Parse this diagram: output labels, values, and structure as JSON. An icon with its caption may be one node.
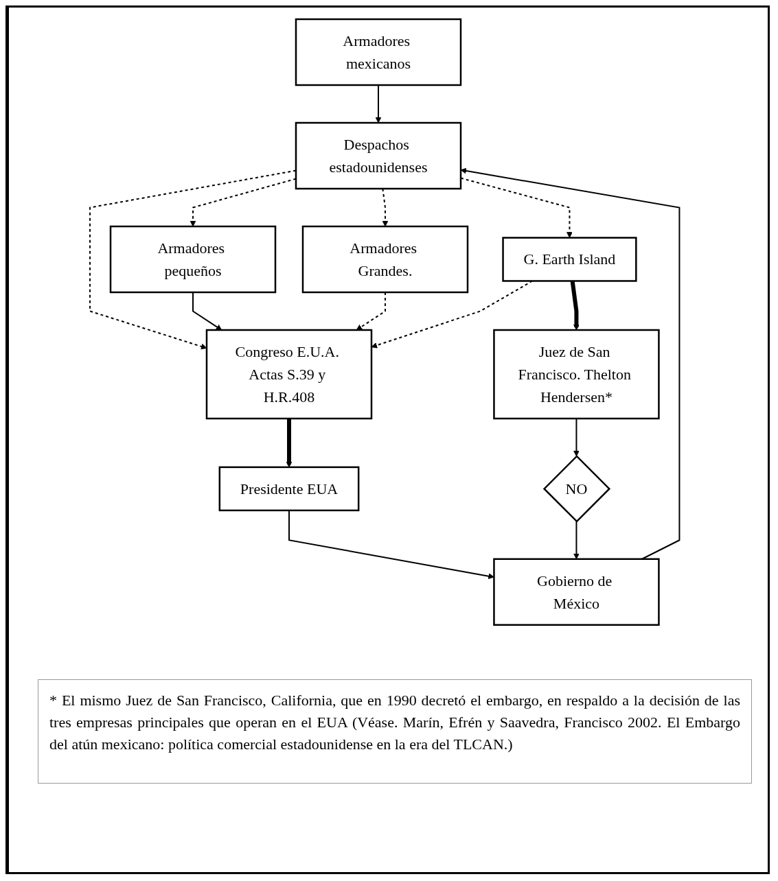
{
  "diagram": {
    "nodes": [
      {
        "text": [
          "Armadores mexicanos"
        ]
      },
      {
        "text": [
          "Gobierno de México"
        ]
      },
      {
        "text": [
          "Despachos estadounidenses"
        ]
      },
      {
        "text": [
          "Armadores pequeños"
        ]
      },
      {
        "text": [
          "Armadores Grandes."
        ]
      },
      {
        "text": [
          "G. Earth Island"
        ]
      },
      {
        "text": [
          "Congreso E.U.A. Actas S.39 y H.R.408"
        ]
      },
      {
        "text": [
          "Presidente EUA"
        ]
      },
      {
        "text": [
          "Juez de San Francisco. Thelton Hendersen*"
        ]
      },
      {
        "text": [
          "NO"
        ]
      }
    ],
    "edges": [
      {
        "from": 0,
        "to": 2,
        "arrow": "to"
      },
      {
        "from": 1,
        "to": 2,
        "arrow": "to"
      },
      {
        "from": 2,
        "to": 3,
        "arrow": "to",
        "style": "dashed"
      },
      {
        "from": 2,
        "to": 4,
        "arrow": "to",
        "style": "dashed"
      },
      {
        "from": 2,
        "to": 5,
        "arrow": "to",
        "style": "dashed"
      },
      {
        "from": 2,
        "to": 6,
        "arrow": "to",
        "style": "dashed"
      },
      {
        "from": 3,
        "to": 6,
        "arrow": "to"
      },
      {
        "from": 4,
        "to": 6,
        "arrow": "to",
        "style": "dashed"
      },
      {
        "from": 5,
        "to": 6,
        "arrow": "to",
        "style": "dashed"
      },
      {
        "from": 5,
        "to": 8,
        "arrow": "to",
        "style": "thick"
      },
      {
        "from": 6,
        "to": 7,
        "arrow": "to",
        "style": "thick"
      },
      {
        "from": 7,
        "to": 1,
        "arrow": "to"
      },
      {
        "from": 8,
        "to": 9,
        "arrow": "to"
      },
      {
        "from": 9,
        "to": 1,
        "arrow": "to"
      }
    ],
    "labels": [
      "* El mismo Juez de San Francisco, California, que en 1990 decretó el embargo, en respaldo a la decisión de las tres empresas principales que operan en el EUA (Véase. Marín, Efrén y Saavedra, Francisco 2002. El Embargo del atún mexicano: política comercial estadounidense en la era del TLCAN.)"
    ]
  }
}
